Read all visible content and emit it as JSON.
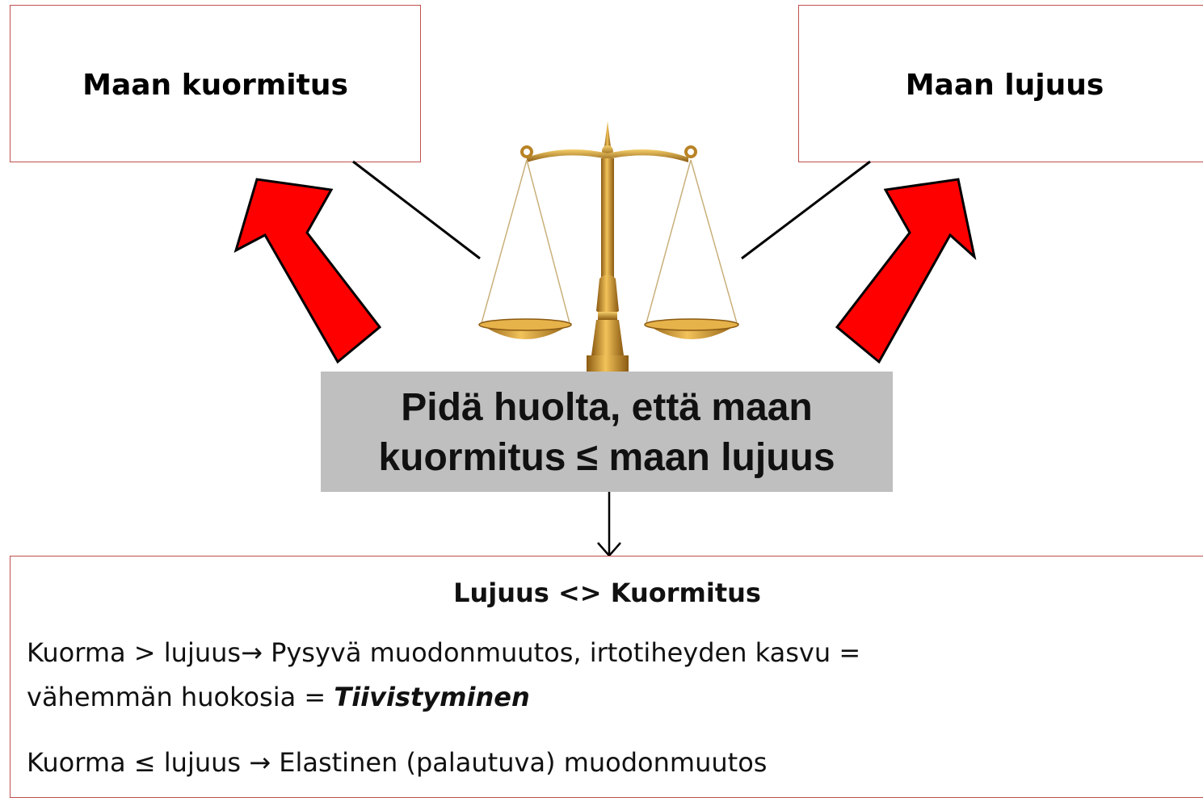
{
  "left_box": {
    "title": "Maan kuormitus"
  },
  "right_box": {
    "title": "Maan lujuus"
  },
  "banner": {
    "line1": "Pidä huolta, että maan",
    "line2": "kuormitus ≤ maan lujuus"
  },
  "bottom": {
    "title": "Lujuus <> Kuormitus",
    "line1_a": "Kuorma > lujuus",
    "arrow": "→",
    "line1_b": " Pysyvä muodonmuutos, irtotiheyden kasvu =",
    "line2_a": "vähemmän huokosia = ",
    "line2_em": "Tiivistyminen",
    "line3_a": "Kuorma ≤ lujuus ",
    "line3_b": " Elastinen (palautuva) muodonmuutos"
  },
  "colors": {
    "arrow_fill": "#ff0000",
    "box_border": "#c0504d",
    "banner_bg": "#bfbfbf",
    "scale_gold": "#c8902a"
  },
  "icons": [
    "scales-of-justice-icon",
    "red-arrow-icon"
  ]
}
